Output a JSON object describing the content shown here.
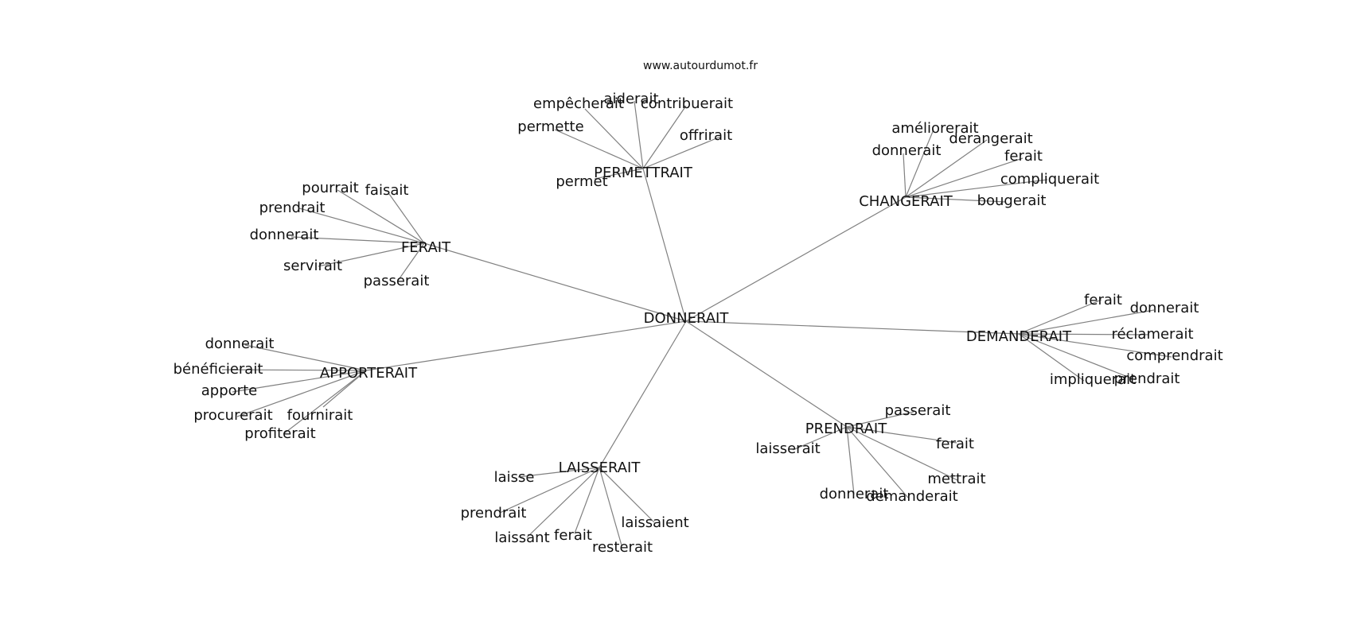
{
  "credit": "www.autourdumot.fr",
  "center": "DONNERAIT",
  "groups": [
    {
      "label": "PERMETTRAIT",
      "words": [
        "empêcherait",
        "aiderait",
        "contribuerait",
        "permette",
        "offrirait",
        "permet"
      ]
    },
    {
      "label": "CHANGERAIT",
      "words": [
        "améliorerait",
        "derangerait",
        "donnerait",
        "ferait",
        "compliquerait",
        "bougerait"
      ]
    },
    {
      "label": "FERAIT",
      "words": [
        "pourrait",
        "faisait",
        "prendrait",
        "donnerait",
        "servirait",
        "passerait"
      ]
    },
    {
      "label": "DEMANDERAIT",
      "words": [
        "ferait",
        "donnerait",
        "réclamerait",
        "comprendrait",
        "impliquerait",
        "prendrait"
      ]
    },
    {
      "label": "APPORTERAIT",
      "words": [
        "donnerait",
        "bénéficierait",
        "apporte",
        "procurerait",
        "fournirait",
        "profiterait"
      ]
    },
    {
      "label": "PRENDRAIT",
      "words": [
        "passerait",
        "laisserait",
        "ferait",
        "mettrait",
        "donnerait",
        "demanderait"
      ]
    },
    {
      "label": "LAISSERAIT",
      "words": [
        "laisse",
        "prendrait",
        "laissant",
        "ferait",
        "resterait",
        "laissaient"
      ]
    }
  ]
}
